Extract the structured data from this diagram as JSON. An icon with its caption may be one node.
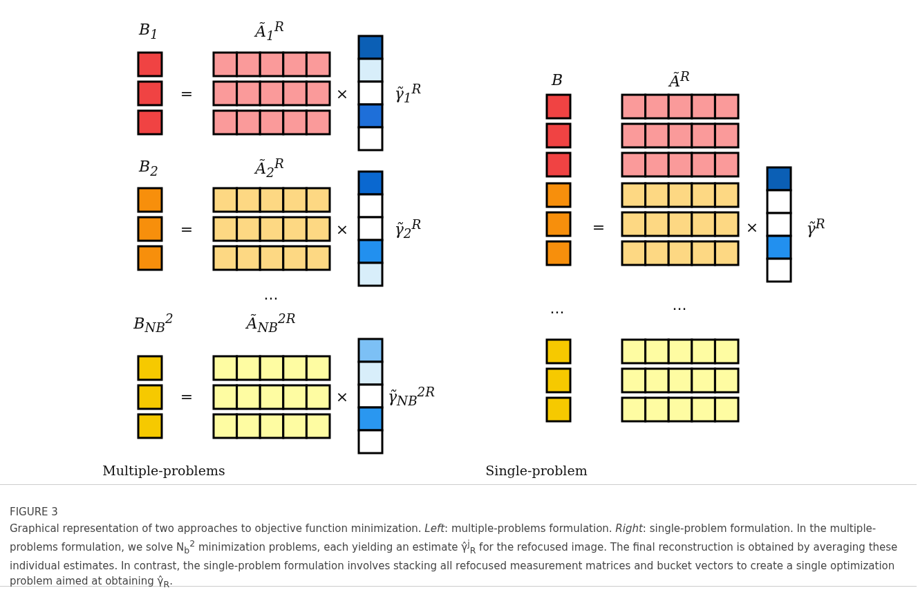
{
  "diagram": {
    "title": "FIGURE 3",
    "caption": "Graphical representation of two approaches to objective function minimization. *Left*: multiple-problems formulation. *Right*: single-problem formulation. In the multiple-problems formulation, we solve N$_{b}$$^{2}$ minimization problems, each yielding an estimate γ̂$^{j}$$_{R}$ for the refocused image. The final reconstruction is obtained by averaging these individual estimates. In contrast, the single-problem formulation involves stacking all refocused measurement matrices and bucket vectors to create a single optimization problem aimed at obtaining γ̂$_{R}$.",
    "labels": [
      "B$_{1}$",
      "Ã$_{1}$$^{R}$",
      "=",
      "×",
      "γ̃$_{1}$$^{R}$",
      "B$_{2}$",
      "Ã$_{2}$$^{R}$",
      "=",
      "×",
      "γ̃$_{2}$$^{R}$",
      "...",
      "B$_{N}$$_{B}$$^{2}$",
      "Ã$_{N}$$_{B}$$^{2}$$^{R}$",
      "=",
      "×",
      "γ̃$_{N}$$_{B}$$^{2}$$^{R}$",
      "Multiple-problems",
      "B",
      "Ã$^{R}$",
      "=",
      "×",
      "γ̃$^{R}$",
      "...",
      "...",
      "Single-problem"
    ]
  }
}
